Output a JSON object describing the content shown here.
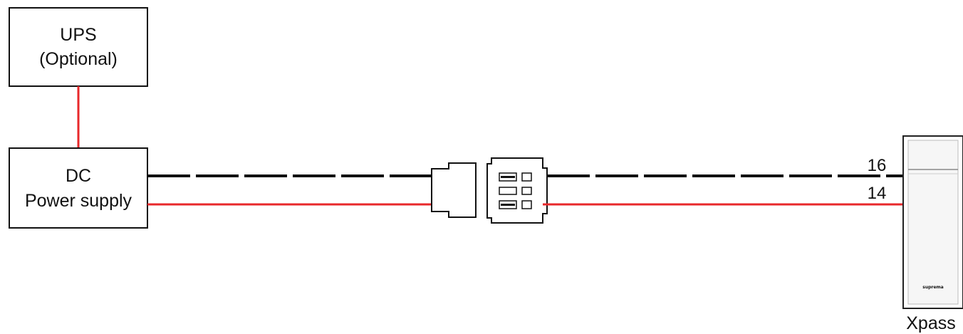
{
  "ups_box": {
    "line1": "UPS",
    "line2": "(Optional)"
  },
  "power_box": {
    "line1": "DC",
    "line2": "Power supply"
  },
  "wires": {
    "top_pin": "16",
    "bottom_pin": "14",
    "dashed_color": "#111111",
    "power_color": "#e8282b"
  },
  "device": {
    "label": "Xpass",
    "brand": "suprema"
  }
}
